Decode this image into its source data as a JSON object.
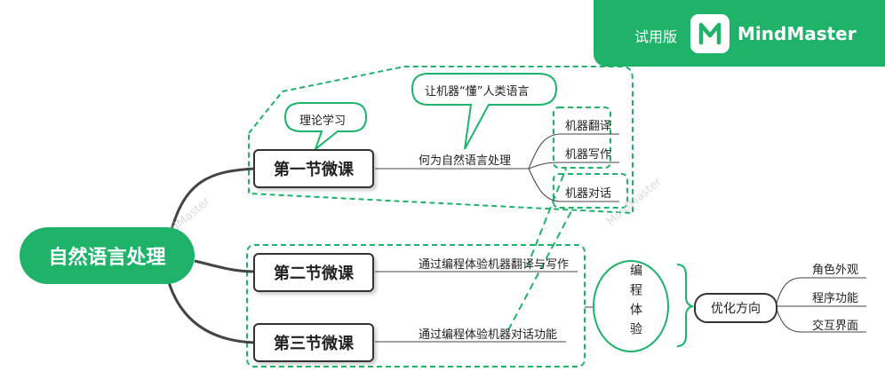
{
  "badge": {
    "trial": "试用版",
    "brand": "MindMaster"
  },
  "root": {
    "label": "自然语言处理"
  },
  "sections": [
    {
      "title": "第一节微课",
      "topic": "何为自然语言处理",
      "callout": "理论学习"
    },
    {
      "title": "第二节微课",
      "topic": "通过编程体验机器翻译与写作"
    },
    {
      "title": "第三节微课",
      "topic": "通过编程体验机器对话功能"
    }
  ],
  "top_callout": "让机器“懂”人类语言",
  "applications": [
    "机器翻译",
    "机器写作",
    "机器对话"
  ],
  "programming": {
    "label": "编程体验",
    "direction": "优化方向",
    "items": [
      "角色外观",
      "程序功能",
      "交互界面"
    ]
  },
  "watermark": "MindMaster",
  "colors": {
    "accent": "#1fb36a",
    "line": "#444444"
  }
}
